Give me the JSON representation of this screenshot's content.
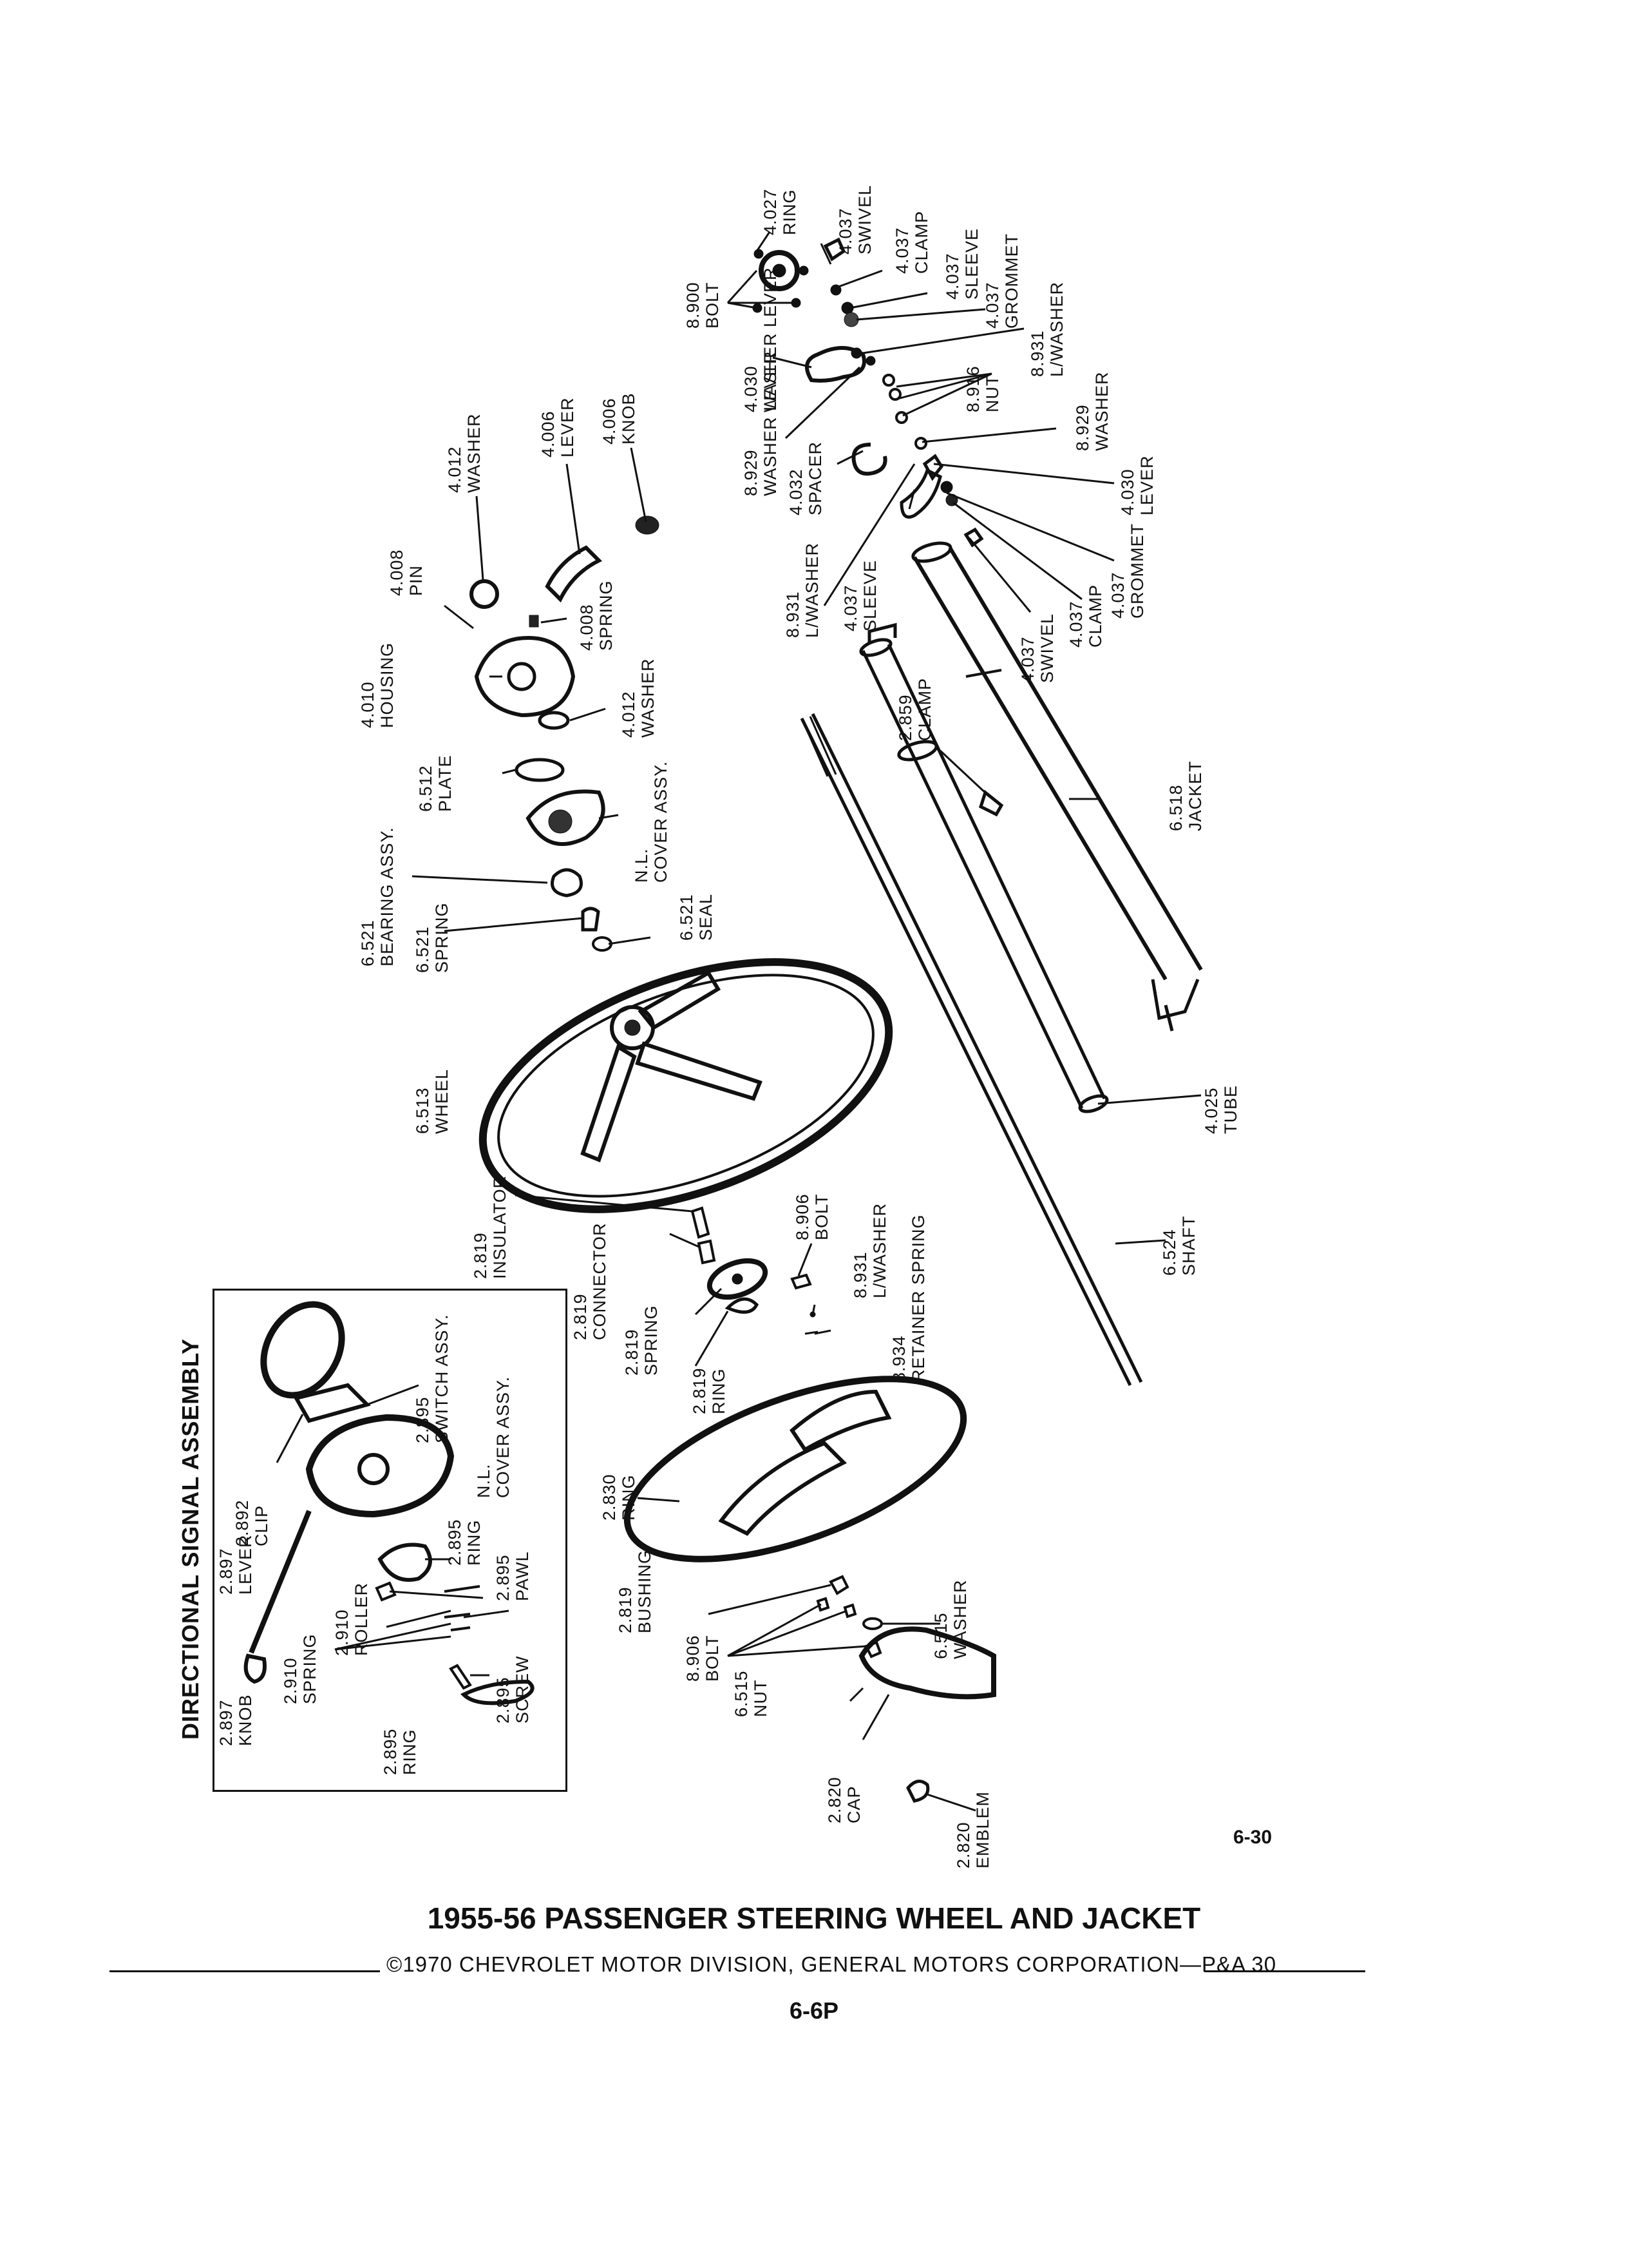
{
  "title": "1955-56 PASSENGER STEERING WHEEL AND JACKET",
  "copyright": "©1970 CHEVROLET MOTOR DIVISION, GENERAL MOTORS CORPORATION—P&A 30",
  "page_number": "6-6P",
  "figure_number": "6-30",
  "inset": {
    "title": "DIRECTIONAL SIGNAL ASSEMBLY"
  },
  "callouts": {
    "c_4027_ring": [
      "4.027",
      "RING"
    ],
    "c_4037_swivel_top": [
      "4.037",
      "SWIVEL"
    ],
    "c_4037_clamp_top": [
      "4.037",
      "CLAMP"
    ],
    "c_4037_sleeve_top": [
      "4.037",
      "SLEEVE"
    ],
    "c_4037_grommet_top": [
      "4.037",
      "GROMMET"
    ],
    "c_8931_lwasher_top": [
      "8.931",
      "L/WASHER"
    ],
    "c_8900_bolt": [
      "8.900",
      "BOLT"
    ],
    "c_4030_washer_lever": [
      "4.030",
      "WASHER LEVER"
    ],
    "c_8916_nut": [
      "8.916",
      "NUT"
    ],
    "c_8929_washer_right": [
      "8.929",
      "WASHER"
    ],
    "c_8929_washer_lever": [
      "8.929",
      "WASHER LEVER"
    ],
    "c_4032_spacer": [
      "4.032",
      "SPACER"
    ],
    "c_4030_lever": [
      "4.030",
      "LEVER"
    ],
    "c_4037_grommet_mid": [
      "4.037",
      "GROMMET"
    ],
    "c_4037_clamp_mid": [
      "4.037",
      "CLAMP"
    ],
    "c_4037_swivel_mid": [
      "4.037",
      "SWIVEL"
    ],
    "c_4037_sleeve_mid": [
      "4.037",
      "SLEEVE"
    ],
    "c_8931_lwasher_mid": [
      "8.931",
      "L/WASHER"
    ],
    "c_4012_washer_top": [
      "4.012",
      "WASHER"
    ],
    "c_4006_lever": [
      "4.006",
      "LEVER"
    ],
    "c_4006_knob": [
      "4.006",
      "KNOB"
    ],
    "c_4008_pin": [
      "4.008",
      "PIN"
    ],
    "c_4008_spring": [
      "4.008",
      "SPRING"
    ],
    "c_4010_housing": [
      "4.010",
      "HOUSING"
    ],
    "c_4012_washer_bottom": [
      "4.012",
      "WASHER"
    ],
    "c_2859_clamp": [
      "2.859",
      "CLAMP"
    ],
    "c_6512_plate": [
      "6.512",
      "PLATE"
    ],
    "c_nl_cover_assy": [
      "N.L.",
      "COVER ASSY."
    ],
    "c_6518_jacket": [
      "6.518",
      "JACKET"
    ],
    "c_6521_bearing": [
      "6.521",
      "BEARING ASSY."
    ],
    "c_6521_spring": [
      "6.521",
      "SPRING"
    ],
    "c_6521_seal": [
      "6.521",
      "SEAL"
    ],
    "c_6513_wheel": [
      "6.513",
      "WHEEL"
    ],
    "c_4025_tube": [
      "4.025",
      "TUBE"
    ],
    "c_2819_insulator": [
      "2.819",
      "INSULATOR"
    ],
    "c_8906_bolt_top": [
      "8.906",
      "BOLT"
    ],
    "c_2819_connector": [
      "2.819",
      "CONNECTOR"
    ],
    "c_8931_lwasher_low": [
      "8.931",
      "L/WASHER"
    ],
    "c_8934_retainer_spring": [
      "8.934",
      "RETAINER SPRING"
    ],
    "c_2819_spring": [
      "2.819",
      "SPRING"
    ],
    "c_2819_ring": [
      "2.819",
      "RING"
    ],
    "c_6524_shaft": [
      "6.524",
      "SHAFT"
    ],
    "c_2830_ring": [
      "2.830",
      "RING"
    ],
    "c_2819_bushing": [
      "2.819",
      "BUSHING"
    ],
    "c_8906_bolt_low": [
      "8.906",
      "BOLT"
    ],
    "c_6515_washer": [
      "6.515",
      "WASHER"
    ],
    "c_6515_nut": [
      "6.515",
      "NUT"
    ],
    "c_2820_cap": [
      "2.820",
      "CAP"
    ],
    "c_2820_emblem": [
      "2.820",
      "EMBLEM"
    ],
    "i_2895_switch": [
      "2.895",
      "SWITCH ASSY."
    ],
    "i_2892_clip": [
      "2.892",
      "CLIP"
    ],
    "i_nl_cover": [
      "N.L.",
      "COVER ASSY."
    ],
    "i_2897_lever": [
      "2.897",
      "LEVER"
    ],
    "i_2895_ring_top": [
      "2.895",
      "RING"
    ],
    "i_2895_pawl": [
      "2.895",
      "PAWL"
    ],
    "i_2910_roller": [
      "2.910",
      "ROLLER"
    ],
    "i_2910_spring": [
      "2.910",
      "SPRING"
    ],
    "i_2895_screw": [
      "2.895",
      "SCREW"
    ],
    "i_2897_knob": [
      "2.897",
      "KNOB"
    ],
    "i_2895_ring_bottom": [
      "2.895",
      "RING"
    ]
  }
}
